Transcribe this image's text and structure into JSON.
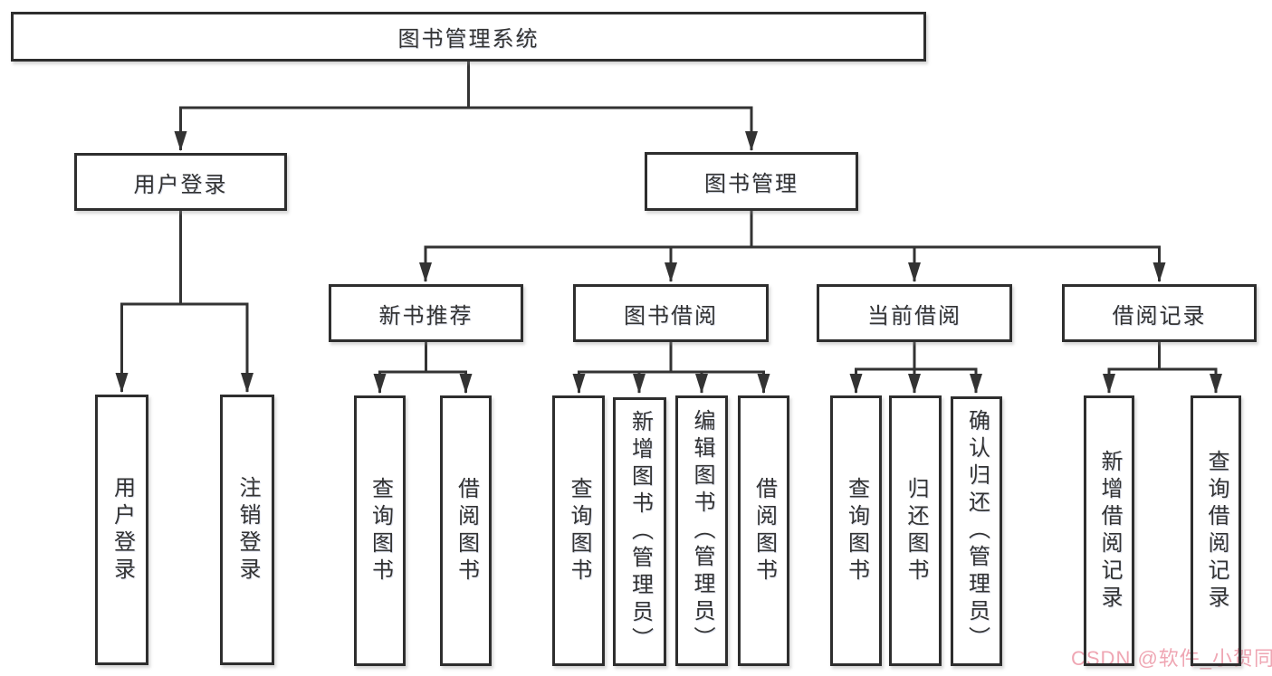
{
  "diagram": {
    "root": "图书管理系统",
    "level2": [
      "用户登录",
      "图书管理"
    ],
    "level3": [
      "新书推荐",
      "图书借阅",
      "当前借阅",
      "借阅记录"
    ],
    "leaves": {
      "user_login": [
        "用户登录",
        "注销登录"
      ],
      "new_book_recommend": [
        "查询图书",
        "借阅图书"
      ],
      "book_borrow": [
        "查询图书",
        "新增图书（管理员）",
        "编辑图书（管理员）",
        "借阅图书"
      ],
      "current_borrow": [
        "查询图书",
        "归还图书",
        "确认归还（管理员）"
      ],
      "borrow_records": [
        "新增借阅记录",
        "查询借阅记录"
      ]
    }
  },
  "watermark": {
    "text": "CSDN @软件_小贺同学",
    "color": "#efa6b3"
  },
  "colors": {
    "line": "#333333",
    "box_border": "#2e2e2e",
    "text": "#333333",
    "background": "#ffffff"
  }
}
